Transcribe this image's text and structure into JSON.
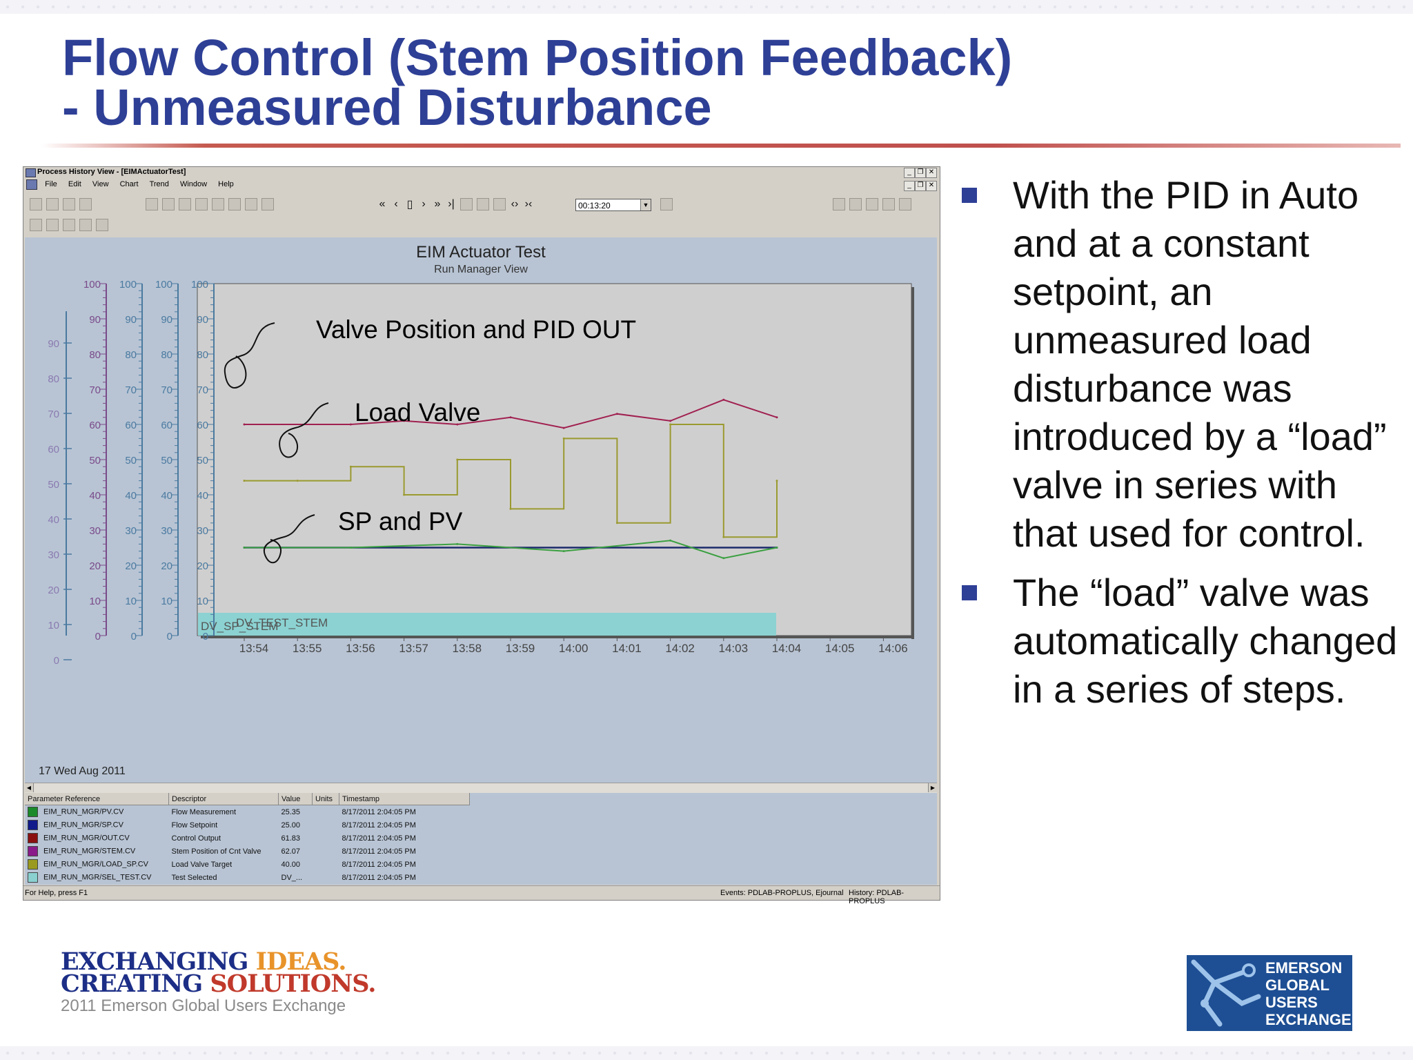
{
  "slide": {
    "title_line1": "Flow Control (Stem Position Feedback)",
    "title_line2": "- Unmeasured Disturbance",
    "bullets": [
      "With the PID in Auto and at a constant setpoint, an unmeasured load disturbance was introduced by a “load” valve in series with that used for control.",
      "The “load” valve was automatically changed in a series of steps."
    ],
    "colors": {
      "title": "#2e3f96",
      "accent_line": "#c0504d",
      "bullet": "#2e3f96"
    }
  },
  "app": {
    "title": "Process History View - [EIMActuatorTest]",
    "menu": [
      "File",
      "Edit",
      "View",
      "Chart",
      "Trend",
      "Window",
      "Help"
    ],
    "time_span": "00:13:20",
    "chart": {
      "title": "EIM Actuator Test",
      "subtitle": "Run Manager View",
      "date": "17 Wed Aug 2011",
      "annotations": {
        "valve": "Valve Position and PID OUT",
        "load": "Load Valve",
        "sp_pv": "SP and PV",
        "test_label": "DV_SP_STEM",
        "test_label2": "DV_TEST_STEM"
      },
      "scale_ticks": [
        "100",
        "90",
        "80",
        "70",
        "60",
        "50",
        "40",
        "30",
        "20",
        "10",
        "0"
      ],
      "left_axis_ticks": [
        "90",
        "80",
        "70",
        "60",
        "50",
        "40",
        "30",
        "20",
        "10",
        "0"
      ],
      "time_ticks": [
        "13:54",
        "13:55",
        "13:56",
        "13:57",
        "13:58",
        "13:59",
        "14:00",
        "14:01",
        "14:02",
        "14:03",
        "14:04",
        "14:05",
        "14:06"
      ]
    },
    "chart_data": {
      "type": "line",
      "x_unit": "clock time",
      "y_range": [
        0,
        100
      ],
      "series": [
        {
          "color": "#a02050",
          "x": [
            "13:54",
            "13:56",
            "13:57",
            "13:58",
            "13:59",
            "14:00",
            "14:01",
            "14:02",
            "14:03",
            "14:04"
          ],
          "values": [
            60,
            60,
            61,
            60,
            62,
            59,
            63,
            61,
            67,
            62
          ]
        },
        {
          "color": "#9a9a30",
          "x": [
            "13:54",
            "13:55",
            "13:56",
            "13:57",
            "13:58",
            "13:59",
            "14:00",
            "14:01",
            "14:02",
            "14:03",
            "14:04"
          ],
          "values": [
            44,
            44,
            48,
            40,
            50,
            36,
            56,
            32,
            60,
            28,
            44
          ]
        },
        {
          "color": "#1a2a6c",
          "x": [
            "13:54",
            "14:04"
          ],
          "values": [
            25,
            25
          ]
        },
        {
          "color": "#3aa040",
          "x": [
            "13:54",
            "13:56",
            "13:58",
            "14:00",
            "14:02",
            "14:03",
            "14:04"
          ],
          "values": [
            25,
            25,
            26,
            24,
            27,
            22,
            25
          ]
        }
      ]
    },
    "table": {
      "headers": [
        "Parameter Reference",
        "Descriptor",
        "Value",
        "Units",
        "Timestamp"
      ],
      "rows": [
        {
          "color": "#1a8a2a",
          "ref": "EIM_RUN_MGR/PV.CV",
          "desc": "Flow Measurement",
          "value": "25.35",
          "units": "",
          "ts": "8/17/2011 2:04:05 PM"
        },
        {
          "color": "#101a8a",
          "ref": "EIM_RUN_MGR/SP.CV",
          "desc": "Flow Setpoint",
          "value": "25.00",
          "units": "",
          "ts": "8/17/2011 2:04:05 PM"
        },
        {
          "color": "#8a1010",
          "ref": "EIM_RUN_MGR/OUT.CV",
          "desc": "Control Output",
          "value": "61.83",
          "units": "",
          "ts": "8/17/2011 2:04:05 PM"
        },
        {
          "color": "#8a1a8a",
          "ref": "EIM_RUN_MGR/STEM.CV",
          "desc": "Stem Position of Cnt Valve",
          "value": "62.07",
          "units": "",
          "ts": "8/17/2011 2:04:05 PM"
        },
        {
          "color": "#9a9a20",
          "ref": "EIM_RUN_MGR/LOAD_SP.CV",
          "desc": "Load Valve Target",
          "value": "40.00",
          "units": "",
          "ts": "8/17/2011 2:04:05 PM"
        },
        {
          "color": "#8ad0d0",
          "ref": "EIM_RUN_MGR/SEL_TEST.CV",
          "desc": "Test Selected",
          "value": "DV_...",
          "units": "",
          "ts": "8/17/2011 2:04:05 PM"
        }
      ]
    },
    "status": {
      "help": "For Help, press F1",
      "events": "Events: PDLAB-PROPLUS, Ejournal",
      "history": "History: PDLAB-PROPLUS"
    }
  },
  "footer": {
    "tag_line1_a": "EXCHANGING ",
    "tag_line1_b": "IDEAS.",
    "tag_line2_a": "CREATING ",
    "tag_line2_b": "SOLUTIONS.",
    "subline": "2011 Emerson Global Users Exchange",
    "badge": [
      "EMERSON",
      "GLOBAL",
      "USERS",
      "EXCHANGE"
    ]
  }
}
